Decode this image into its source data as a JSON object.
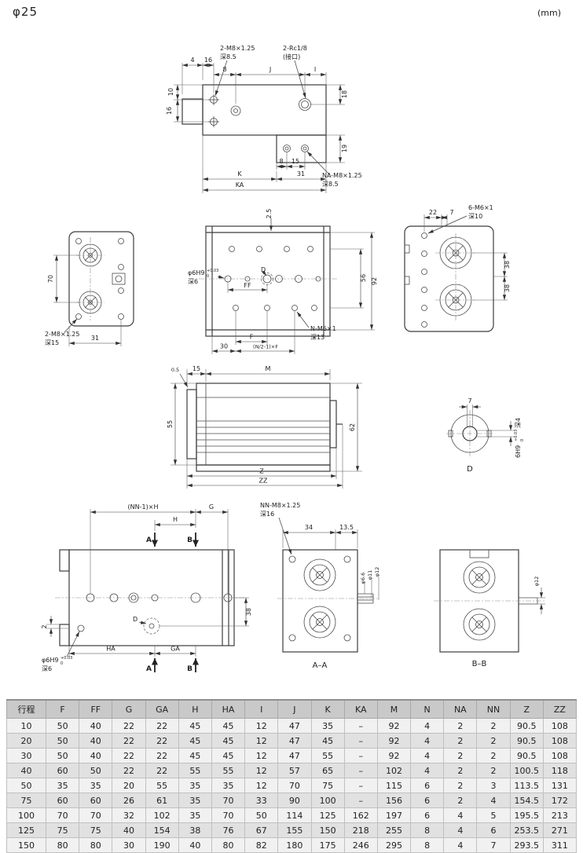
{
  "page": {
    "title": "φ25",
    "unit": "(mm)"
  },
  "view_top": {
    "leader_m8": "2-M8×1.25",
    "leader_m8_depth": "深8.5",
    "leader_rc": "2-Rc1/8",
    "leader_rc_sub": "(接口)",
    "leader_na": "NA-M8×1.25",
    "leader_na_depth": "深8.5",
    "dim_4": "4",
    "dim_16t": "16",
    "dim_8t": "8",
    "dim_J": "J",
    "dim_I": "I",
    "dim_10": "10",
    "dim_16l": "16",
    "dim_18": "18",
    "dim_19": "19",
    "dim_8b": "8",
    "dim_15": "15",
    "dim_K": "K",
    "dim_31": "31",
    "dim_KA": "KA"
  },
  "view_left": {
    "dim_70": "70",
    "dim_31": "31",
    "leader_m8": "2-M8×1.25",
    "leader_m8_depth": "深15"
  },
  "view_front": {
    "dim_2_5": "2.5",
    "dim_56": "56",
    "dim_92": "92",
    "leader_hole": "φ6H9",
    "tol_hi": "+0.03",
    "tol_lo": "0",
    "leader_hole_depth": "深6",
    "dim_FF": "FF",
    "label_D": "D",
    "dim_F": "F",
    "dim_30": "30",
    "dim_NF": "(N/2-1)×F",
    "leader_n": "N-M6×1",
    "leader_n_depth": "深13"
  },
  "view_right": {
    "dim_22": "22",
    "dim_7": "7",
    "leader_m6": "6-M6×1",
    "leader_m6_depth": "深10",
    "dim_38a": "38",
    "dim_38b": "38"
  },
  "view_plan": {
    "dim_05": "0.5",
    "dim_15": "15",
    "dim_M": "M",
    "dim_55": "55",
    "dim_62": "62",
    "dim_Z": "Z",
    "dim_ZZ": "ZZ"
  },
  "view_d": {
    "dim_7": "7",
    "label": "6H9",
    "tol_hi": "+0.03",
    "tol_lo": "0",
    "depth": "深4",
    "caption": "D"
  },
  "view_bottom": {
    "dim_nnh": "(NN-1)×H",
    "dim_G": "G",
    "dim_H": "H",
    "sec_A": "A",
    "sec_B": "B",
    "dim_2": "2",
    "leader_hole": "φ6H9",
    "tol_hi": "+0.03",
    "tol_lo": "0",
    "leader_depth": "深6",
    "dim_HA": "HA",
    "dim_GA": "GA",
    "dim_38": "38",
    "label_D": "D"
  },
  "view_aa": {
    "leader_nn": "NN-M8×1.25",
    "leader_nn_depth": "深16",
    "dim_34": "34",
    "dim_135": "13.5",
    "dia_66": "φ6.6",
    "dia_11": "φ11",
    "dia_12": "φ12",
    "caption": "A–A"
  },
  "view_bb": {
    "dia_12": "φ12",
    "caption": "B–B"
  },
  "table": {
    "headers": [
      "行程",
      "F",
      "FF",
      "G",
      "GA",
      "H",
      "HA",
      "I",
      "J",
      "K",
      "KA",
      "M",
      "N",
      "NA",
      "NN",
      "Z",
      "ZZ"
    ],
    "rows": [
      [
        "10",
        "50",
        "40",
        "22",
        "22",
        "45",
        "45",
        "12",
        "47",
        "35",
        "–",
        "92",
        "4",
        "2",
        "2",
        "90.5",
        "108"
      ],
      [
        "20",
        "50",
        "40",
        "22",
        "22",
        "45",
        "45",
        "12",
        "47",
        "45",
        "–",
        "92",
        "4",
        "2",
        "2",
        "90.5",
        "108"
      ],
      [
        "30",
        "50",
        "40",
        "22",
        "22",
        "45",
        "45",
        "12",
        "47",
        "55",
        "–",
        "92",
        "4",
        "2",
        "2",
        "90.5",
        "108"
      ],
      [
        "40",
        "60",
        "50",
        "22",
        "22",
        "55",
        "55",
        "12",
        "57",
        "65",
        "–",
        "102",
        "4",
        "2",
        "2",
        "100.5",
        "118"
      ],
      [
        "50",
        "35",
        "35",
        "20",
        "55",
        "35",
        "35",
        "12",
        "70",
        "75",
        "–",
        "115",
        "6",
        "2",
        "3",
        "113.5",
        "131"
      ],
      [
        "75",
        "60",
        "60",
        "26",
        "61",
        "35",
        "70",
        "33",
        "90",
        "100",
        "–",
        "156",
        "6",
        "2",
        "4",
        "154.5",
        "172"
      ],
      [
        "100",
        "70",
        "70",
        "32",
        "102",
        "35",
        "70",
        "50",
        "114",
        "125",
        "162",
        "197",
        "6",
        "4",
        "5",
        "195.5",
        "213"
      ],
      [
        "125",
        "75",
        "75",
        "40",
        "154",
        "38",
        "76",
        "67",
        "155",
        "150",
        "218",
        "255",
        "8",
        "4",
        "6",
        "253.5",
        "271"
      ],
      [
        "150",
        "80",
        "80",
        "30",
        "190",
        "40",
        "80",
        "82",
        "180",
        "175",
        "246",
        "295",
        "8",
        "4",
        "7",
        "293.5",
        "311"
      ]
    ]
  }
}
